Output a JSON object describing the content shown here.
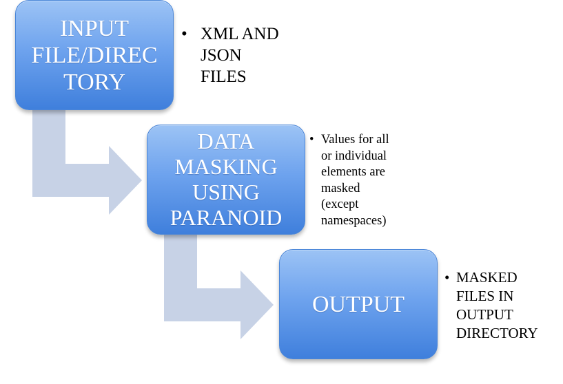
{
  "colors": {
    "box_top": "#9cc3f5",
    "box_bottom": "#3f7fdc",
    "arrow": "#c7d2e6",
    "text_on_box": "#ffffff",
    "notes_text": "#000000"
  },
  "steps": [
    {
      "label_lines": [
        "INPUT",
        "FILE/DIREC",
        "TORY"
      ],
      "notes": [
        "XML AND JSON FILES"
      ],
      "note_lines": [
        "XML AND",
        "JSON",
        "FILES"
      ]
    },
    {
      "label_lines": [
        "DATA",
        "MASKING",
        "USING",
        "PARANOID"
      ],
      "notes": [
        "Values for all or individual elements are masked (except namespaces)"
      ],
      "note_lines": [
        "Values for all",
        "or individual",
        "elements are",
        "masked",
        "(except",
        "namespaces)"
      ]
    },
    {
      "label_lines": [
        "OUTPUT"
      ],
      "notes": [
        "MASKED FILES IN OUTPUT DIRECTORY"
      ],
      "note_lines": [
        "MASKED",
        "FILES IN",
        "OUTPUT",
        "DIRECTORY"
      ]
    }
  ],
  "bullet_glyph": "•"
}
